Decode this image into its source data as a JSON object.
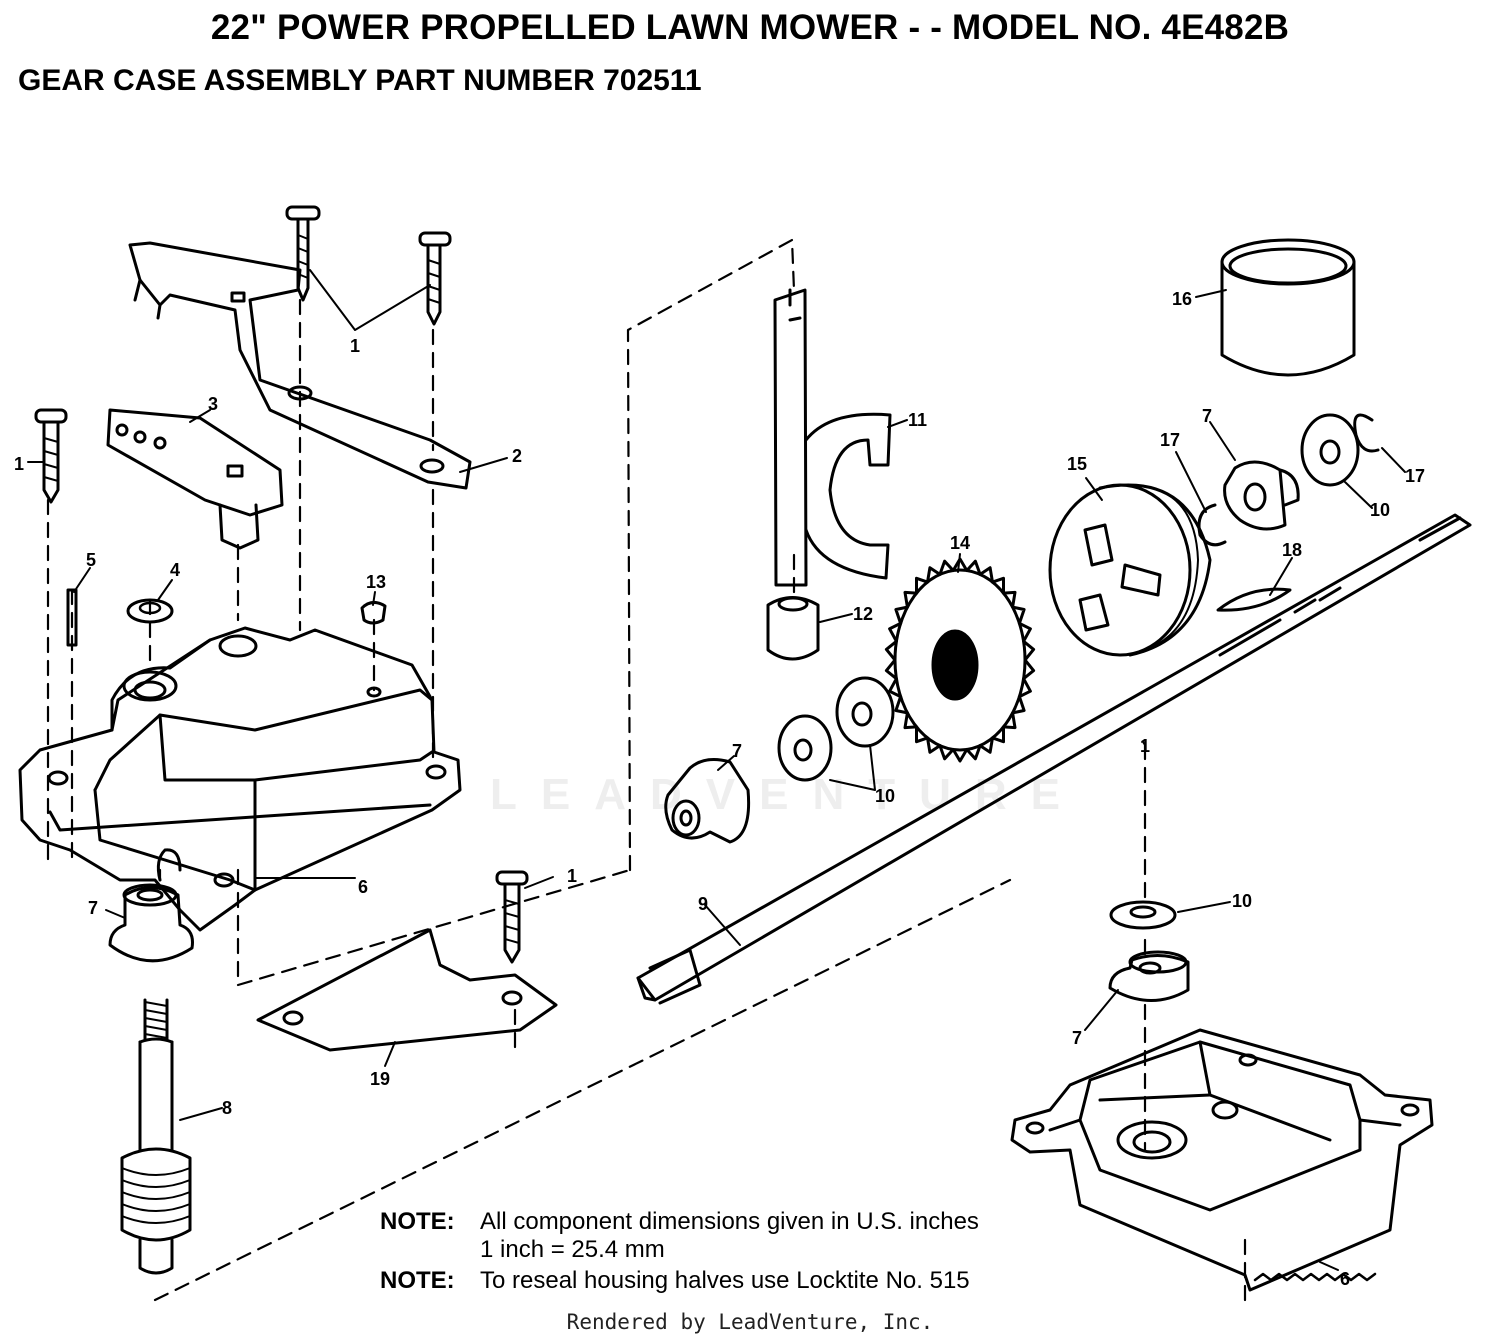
{
  "header": {
    "title": "22\" POWER PROPELLED LAWN MOWER - - MODEL NO. 4E482B",
    "subtitle": "GEAR CASE ASSEMBLY PART NUMBER 702511"
  },
  "notes": [
    {
      "label": "NOTE:",
      "lines": [
        "All component dimensions given in U.S. inches",
        "1 inch = 25.4 mm"
      ]
    },
    {
      "label": "NOTE:",
      "lines": [
        "To reseal housing halves use Locktite No. 515"
      ]
    }
  ],
  "watermark": "LEADVENTURE",
  "footer": "Rendered by LeadVenture, Inc.",
  "callouts": {
    "c1a": "1",
    "c1b": "1",
    "c1c": "1",
    "c1d": "1",
    "c2": "2",
    "c3": "3",
    "c4": "4",
    "c5": "5",
    "c6a": "6",
    "c6b": "6",
    "c7a": "7",
    "c7b": "7",
    "c7c": "7",
    "c7d": "7",
    "c8": "8",
    "c9": "9",
    "c10a": "10",
    "c10b": "10",
    "c10c": "10",
    "c11": "11",
    "c12": "12",
    "c13": "13",
    "c14": "14",
    "c15": "15",
    "c16": "16",
    "c17a": "17",
    "c17b": "17",
    "c18": "18",
    "c19": "19"
  }
}
